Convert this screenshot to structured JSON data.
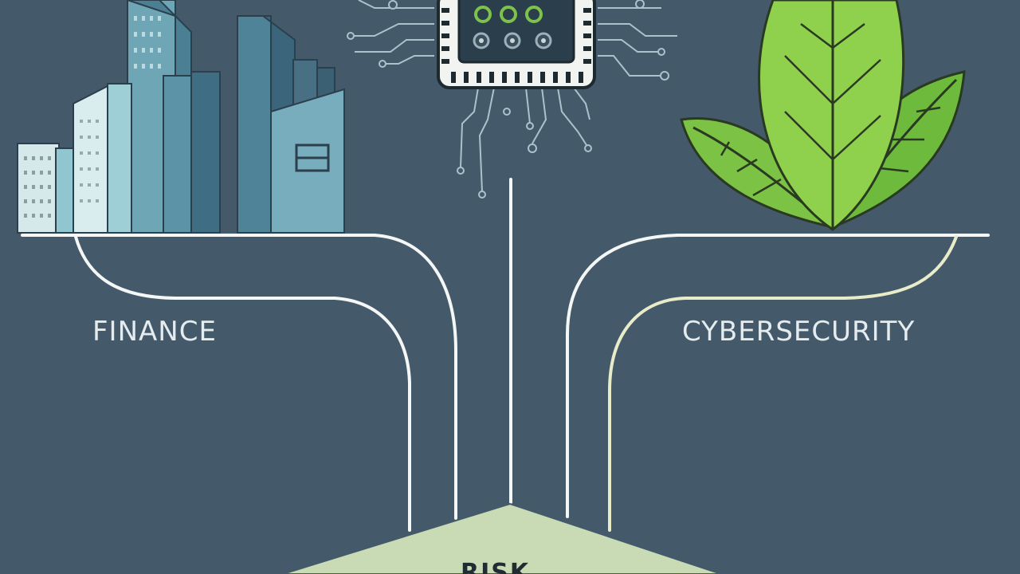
{
  "labels": {
    "finance": "FINANCE",
    "cybersecurity": "CYBERSECURITY",
    "risk": "RISK"
  },
  "icons": {
    "left": "city-skyline-icon",
    "center": "microchip-icon",
    "right": "leaf-icon"
  },
  "colors": {
    "background": "#44596a",
    "path_line": "#f4f7f6",
    "path_line_right_inner": "#e9ecc8",
    "leaf": "#86c94a",
    "leaf_dark": "#5aa532",
    "building": "#8fc6cf",
    "risk_base": "#c9dbb4"
  }
}
